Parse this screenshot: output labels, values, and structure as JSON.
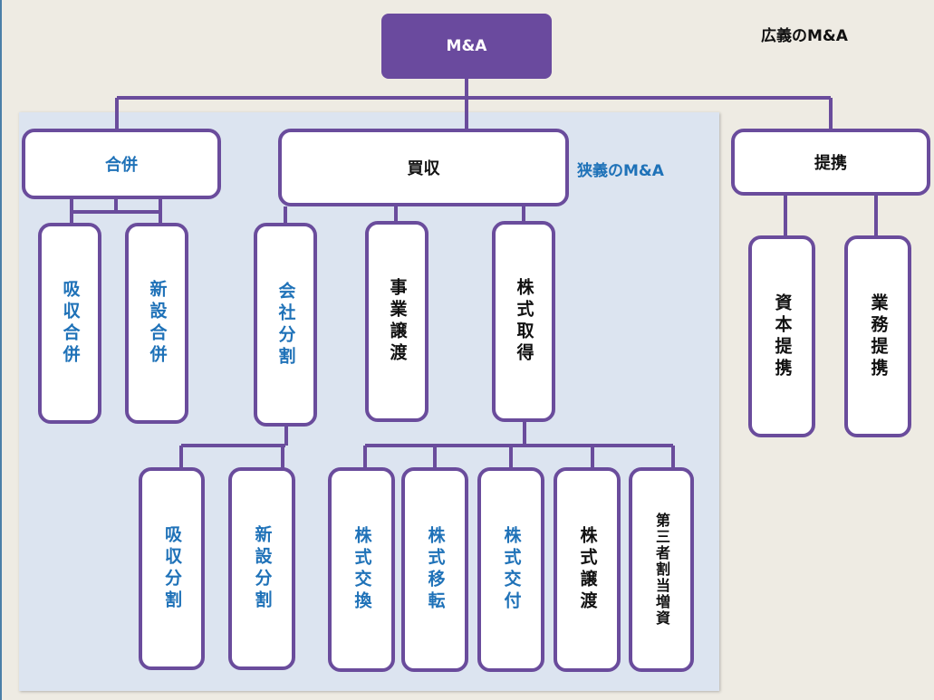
{
  "colors": {
    "box_border": "#6a4c9c",
    "root_fill": "#6a4a9e",
    "blue_text": "#1f72b8",
    "black_text": "#111111",
    "narrow_region_fill": "#dce4f0",
    "background": "#eeebe3"
  },
  "labels": {
    "broad_ma": "広義のM&A",
    "narrow_ma": "狭義のM&A"
  },
  "root": {
    "id": "ma",
    "label": "M&A"
  },
  "nodes": {
    "merger": {
      "label": "合併",
      "color": "blue"
    },
    "acquisition": {
      "label": "買収",
      "color": "black"
    },
    "alliance": {
      "label": "提携",
      "color": "black"
    },
    "absorption_merger": {
      "label": "吸収合併",
      "color": "blue"
    },
    "new_merger": {
      "label": "新設合併",
      "color": "blue"
    },
    "company_split": {
      "label": "会社分割",
      "color": "blue"
    },
    "business_transfer": {
      "label": "事業譲渡",
      "color": "black"
    },
    "share_acquisition": {
      "label": "株式取得",
      "color": "black"
    },
    "capital_alliance": {
      "label": "資本提携",
      "color": "black"
    },
    "business_alliance": {
      "label": "業務提携",
      "color": "black"
    },
    "absorption_split": {
      "label": "吸収分割",
      "color": "blue"
    },
    "new_split": {
      "label": "新設分割",
      "color": "blue"
    },
    "share_exchange": {
      "label": "株式交換",
      "color": "blue"
    },
    "share_transfer": {
      "label": "株式移転",
      "color": "blue"
    },
    "share_delivery": {
      "label": "株式交付",
      "color": "blue"
    },
    "share_sale": {
      "label": "株式譲渡",
      "color": "black"
    },
    "third_party_allotment": {
      "label": "第三者割当増資",
      "color": "black"
    }
  },
  "edges": [
    [
      "ma",
      "merger"
    ],
    [
      "ma",
      "acquisition"
    ],
    [
      "ma",
      "alliance"
    ],
    [
      "merger",
      "absorption_merger"
    ],
    [
      "merger",
      "new_merger"
    ],
    [
      "acquisition",
      "company_split"
    ],
    [
      "acquisition",
      "business_transfer"
    ],
    [
      "acquisition",
      "share_acquisition"
    ],
    [
      "alliance",
      "capital_alliance"
    ],
    [
      "alliance",
      "business_alliance"
    ],
    [
      "company_split",
      "absorption_split"
    ],
    [
      "company_split",
      "new_split"
    ],
    [
      "share_acquisition",
      "share_exchange"
    ],
    [
      "share_acquisition",
      "share_transfer"
    ],
    [
      "share_acquisition",
      "share_delivery"
    ],
    [
      "share_acquisition",
      "share_sale"
    ],
    [
      "share_acquisition",
      "third_party_allotment"
    ]
  ]
}
